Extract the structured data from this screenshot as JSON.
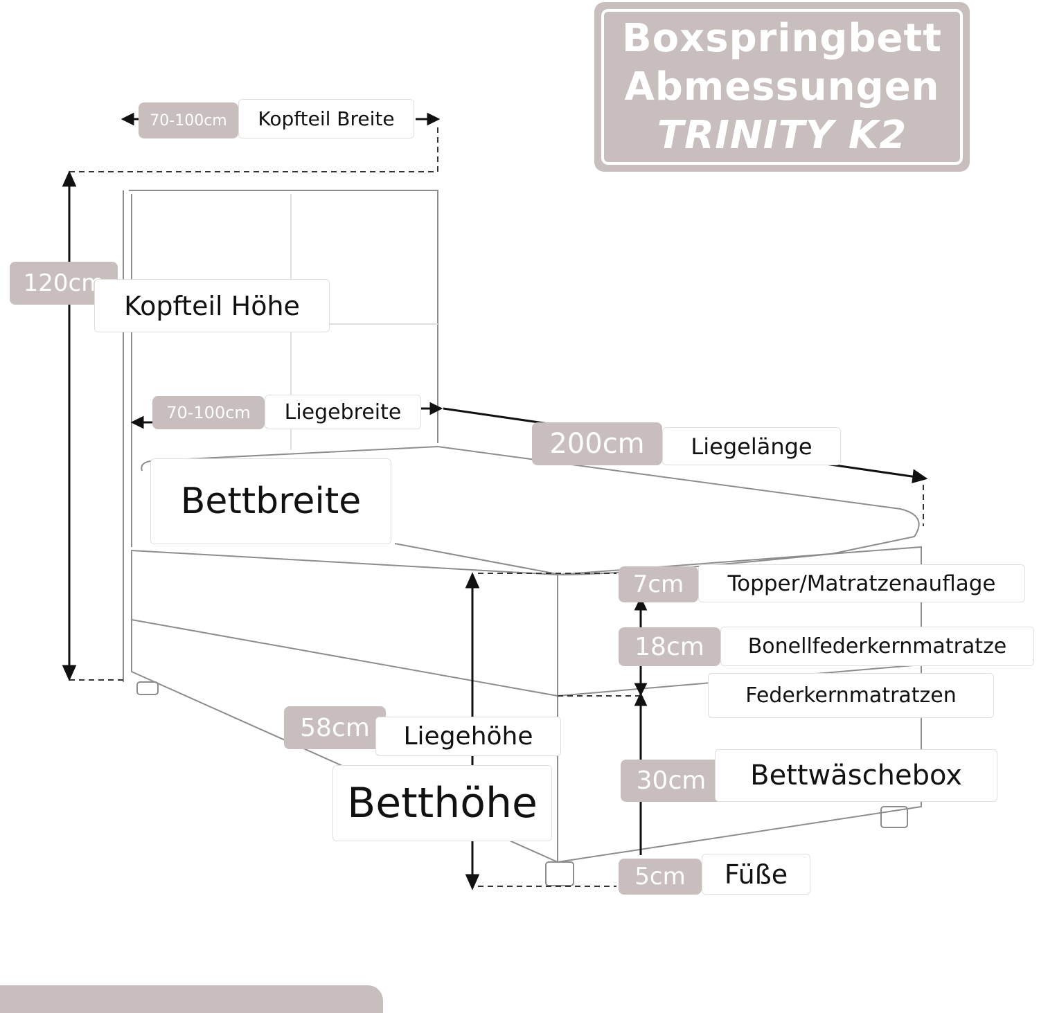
{
  "title": {
    "line1": "Boxspringbett",
    "line2": "Abmessungen",
    "line3": "TRINITY K2"
  },
  "colors": {
    "badge": "#c8bebd",
    "text": "#111111",
    "outline": "#8a8a8a"
  },
  "dimensions": [
    {
      "id": "kopfteil-breite",
      "value": "70-100cm",
      "label": "Kopfteil Breite"
    },
    {
      "id": "kopfteil-hoehe",
      "value": "120cm",
      "label": "Kopfteil Höhe"
    },
    {
      "id": "liegebreite",
      "value": "70-100cm",
      "label": "Liegebreite"
    },
    {
      "id": "liegelaenge",
      "value": "200cm",
      "label": "Liegelänge"
    },
    {
      "id": "bettbreite",
      "label": "Bettbreite"
    },
    {
      "id": "topper",
      "value": "7cm",
      "label": "Topper/Matratzenauflage"
    },
    {
      "id": "matratze",
      "value": "18cm",
      "label": "Bonellfederkernmatratze",
      "sublabel": "Federkernmatratzen"
    },
    {
      "id": "liegehoehe",
      "value": "58cm",
      "label": "Liegehöhe"
    },
    {
      "id": "betthoehe",
      "label": "Betthöhe"
    },
    {
      "id": "bettwaeschebox",
      "value": "30cm",
      "label": "Bettwäschebox"
    },
    {
      "id": "fuesse",
      "value": "5cm",
      "label": "Füße"
    }
  ]
}
